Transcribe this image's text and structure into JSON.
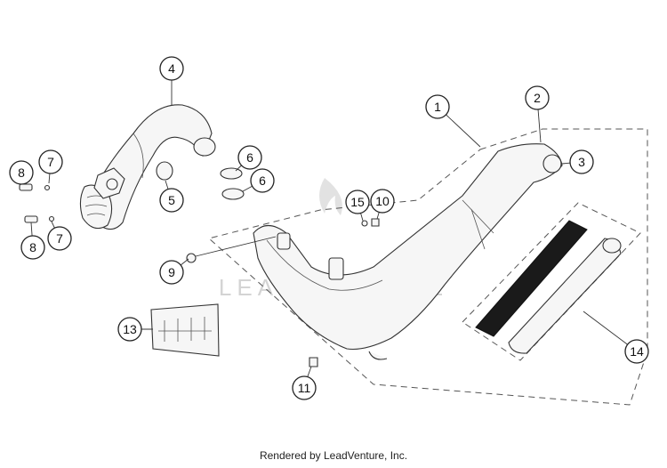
{
  "callouts": [
    {
      "id": "1",
      "label": "1"
    },
    {
      "id": "2",
      "label": "2"
    },
    {
      "id": "3",
      "label": "3"
    },
    {
      "id": "4",
      "label": "4"
    },
    {
      "id": "5",
      "label": "5"
    },
    {
      "id": "6a",
      "label": "6"
    },
    {
      "id": "6b",
      "label": "6"
    },
    {
      "id": "7a",
      "label": "7"
    },
    {
      "id": "7b",
      "label": "7"
    },
    {
      "id": "8a",
      "label": "8"
    },
    {
      "id": "8b",
      "label": "8"
    },
    {
      "id": "9",
      "label": "9"
    },
    {
      "id": "10",
      "label": "10"
    },
    {
      "id": "11",
      "label": "11"
    },
    {
      "id": "13",
      "label": "13"
    },
    {
      "id": "14",
      "label": "14"
    },
    {
      "id": "15",
      "label": "15"
    }
  ],
  "watermark": "LEADVENTURE",
  "footer": "Rendered by LeadVenture, Inc."
}
